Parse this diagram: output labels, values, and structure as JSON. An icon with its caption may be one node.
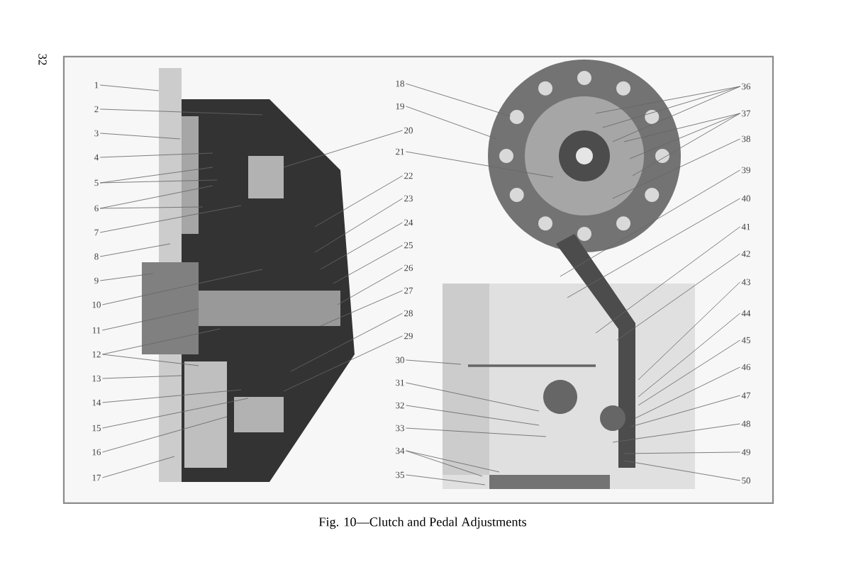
{
  "diagram": {
    "caption": "Fig. 10—Clutch and Pedal Adjustments",
    "nodes": [
      {
        "text": [
          "1"
        ]
      },
      {
        "text": [
          "2"
        ]
      },
      {
        "text": [
          "3"
        ]
      },
      {
        "text": [
          "4"
        ]
      },
      {
        "text": [
          "5"
        ]
      },
      {
        "text": [
          "6"
        ]
      },
      {
        "text": [
          "7"
        ]
      },
      {
        "text": [
          "8"
        ]
      },
      {
        "text": [
          "9"
        ]
      },
      {
        "text": [
          "10"
        ]
      },
      {
        "text": [
          "11"
        ]
      },
      {
        "text": [
          "12"
        ]
      },
      {
        "text": [
          "13"
        ]
      },
      {
        "text": [
          "14"
        ]
      },
      {
        "text": [
          "15"
        ]
      },
      {
        "text": [
          "16"
        ]
      },
      {
        "text": [
          "17"
        ]
      },
      {
        "text": [
          "18"
        ]
      },
      {
        "text": [
          "19"
        ]
      },
      {
        "text": [
          "20"
        ]
      },
      {
        "text": [
          "21"
        ]
      },
      {
        "text": [
          "22"
        ]
      },
      {
        "text": [
          "23"
        ]
      },
      {
        "text": [
          "24"
        ]
      },
      {
        "text": [
          "25"
        ]
      },
      {
        "text": [
          "26"
        ]
      },
      {
        "text": [
          "27"
        ]
      },
      {
        "text": [
          "28"
        ]
      },
      {
        "text": [
          "29"
        ]
      },
      {
        "text": [
          "30"
        ]
      },
      {
        "text": [
          "31"
        ]
      },
      {
        "text": [
          "32"
        ]
      },
      {
        "text": [
          "33"
        ]
      },
      {
        "text": [
          "34"
        ]
      },
      {
        "text": [
          "35"
        ]
      },
      {
        "text": [
          "36"
        ]
      },
      {
        "text": [
          "37"
        ]
      },
      {
        "text": [
          "38"
        ]
      },
      {
        "text": [
          "39"
        ]
      },
      {
        "text": [
          "40"
        ]
      },
      {
        "text": [
          "41"
        ]
      },
      {
        "text": [
          "42"
        ]
      },
      {
        "text": [
          "43"
        ]
      },
      {
        "text": [
          "44"
        ]
      },
      {
        "text": [
          "45"
        ]
      },
      {
        "text": [
          "46"
        ]
      },
      {
        "text": [
          "47"
        ]
      },
      {
        "text": [
          "48"
        ]
      },
      {
        "text": [
          "49"
        ]
      },
      {
        "text": [
          "50"
        ]
      }
    ],
    "edges": [
      {
        "from": 0,
        "to": null,
        "arrow": "none"
      },
      {
        "from": 1,
        "to": null,
        "arrow": "none"
      },
      {
        "from": 2,
        "to": null,
        "arrow": "none"
      },
      {
        "from": 3,
        "to": null,
        "arrow": "none"
      },
      {
        "from": 4,
        "to": null,
        "arrow": "none"
      },
      {
        "from": 4,
        "to": null,
        "arrow": "none"
      },
      {
        "from": 5,
        "to": null,
        "arrow": "none"
      },
      {
        "from": 5,
        "to": null,
        "arrow": "none"
      },
      {
        "from": 6,
        "to": null,
        "arrow": "none"
      },
      {
        "from": 7,
        "to": null,
        "arrow": "none"
      },
      {
        "from": 8,
        "to": null,
        "arrow": "none"
      },
      {
        "from": 9,
        "to": null,
        "arrow": "none"
      },
      {
        "from": 10,
        "to": null,
        "arrow": "none"
      },
      {
        "from": 11,
        "to": null,
        "arrow": "none"
      },
      {
        "from": 11,
        "to": null,
        "arrow": "none"
      },
      {
        "from": 12,
        "to": null,
        "arrow": "none"
      },
      {
        "from": 13,
        "to": null,
        "arrow": "none"
      },
      {
        "from": 14,
        "to": null,
        "arrow": "none"
      },
      {
        "from": 15,
        "to": null,
        "arrow": "none"
      },
      {
        "from": 16,
        "to": null,
        "arrow": "none"
      },
      {
        "from": 17,
        "to": null,
        "arrow": "none"
      },
      {
        "from": 18,
        "to": null,
        "arrow": "none"
      },
      {
        "from": 19,
        "to": null,
        "arrow": "none"
      },
      {
        "from": 20,
        "to": null,
        "arrow": "none"
      },
      {
        "from": 21,
        "to": null,
        "arrow": "none"
      },
      {
        "from": 22,
        "to": null,
        "arrow": "none"
      },
      {
        "from": 23,
        "to": null,
        "arrow": "none"
      },
      {
        "from": 24,
        "to": null,
        "arrow": "none"
      },
      {
        "from": 25,
        "to": null,
        "arrow": "none"
      },
      {
        "from": 26,
        "to": null,
        "arrow": "none"
      },
      {
        "from": 27,
        "to": null,
        "arrow": "none"
      },
      {
        "from": 28,
        "to": null,
        "arrow": "none"
      },
      {
        "from": 29,
        "to": null,
        "arrow": "none"
      },
      {
        "from": 30,
        "to": null,
        "arrow": "none"
      },
      {
        "from": 31,
        "to": null,
        "arrow": "none"
      },
      {
        "from": 32,
        "to": null,
        "arrow": "none"
      },
      {
        "from": 33,
        "to": null,
        "arrow": "none"
      },
      {
        "from": 33,
        "to": null,
        "arrow": "none"
      },
      {
        "from": 34,
        "to": null,
        "arrow": "none"
      },
      {
        "from": 35,
        "to": null,
        "arrow": "none"
      },
      {
        "from": 35,
        "to": null,
        "arrow": "none"
      },
      {
        "from": 35,
        "to": null,
        "arrow": "none"
      },
      {
        "from": 36,
        "to": null,
        "arrow": "none"
      },
      {
        "from": 36,
        "to": null,
        "arrow": "none"
      },
      {
        "from": 36,
        "to": null,
        "arrow": "none"
      },
      {
        "from": 37,
        "to": null,
        "arrow": "none"
      },
      {
        "from": 38,
        "to": null,
        "arrow": "none"
      },
      {
        "from": 39,
        "to": null,
        "arrow": "none"
      },
      {
        "from": 40,
        "to": null,
        "arrow": "none"
      },
      {
        "from": 41,
        "to": null,
        "arrow": "none"
      },
      {
        "from": 42,
        "to": null,
        "arrow": "none"
      },
      {
        "from": 43,
        "to": null,
        "arrow": "none"
      },
      {
        "from": 44,
        "to": null,
        "arrow": "none"
      },
      {
        "from": 45,
        "to": null,
        "arrow": "none"
      },
      {
        "from": 46,
        "to": null,
        "arrow": "none"
      },
      {
        "from": 47,
        "to": null,
        "arrow": "none"
      },
      {
        "from": 48,
        "to": null,
        "arrow": "none"
      },
      {
        "from": 49,
        "to": null,
        "arrow": "none"
      }
    ],
    "labels": [
      "32"
    ]
  }
}
